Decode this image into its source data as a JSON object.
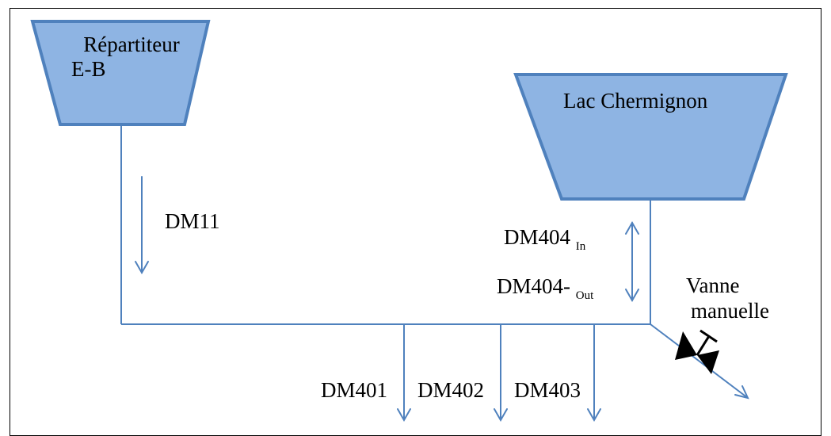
{
  "reservoirs": {
    "repartiteur": {
      "line1": "Répartiteur",
      "line2": "E-B"
    },
    "lac": {
      "label": "Lac Chermignon"
    }
  },
  "flows": {
    "dm11": "DM11",
    "dm404_in": {
      "base": "DM404",
      "sub": "In"
    },
    "dm404_out": {
      "base": "DM404-",
      "sub": "Out"
    },
    "dm401": "DM401",
    "dm402": "DM402",
    "dm403": "DM403"
  },
  "valve": {
    "line1": "Vanne",
    "line2": "manuelle"
  },
  "colors": {
    "reservoir_fill": "#8eb4e3",
    "reservoir_stroke": "#4f81bd",
    "pipe": "#4f81bd",
    "valve": "#000000"
  }
}
